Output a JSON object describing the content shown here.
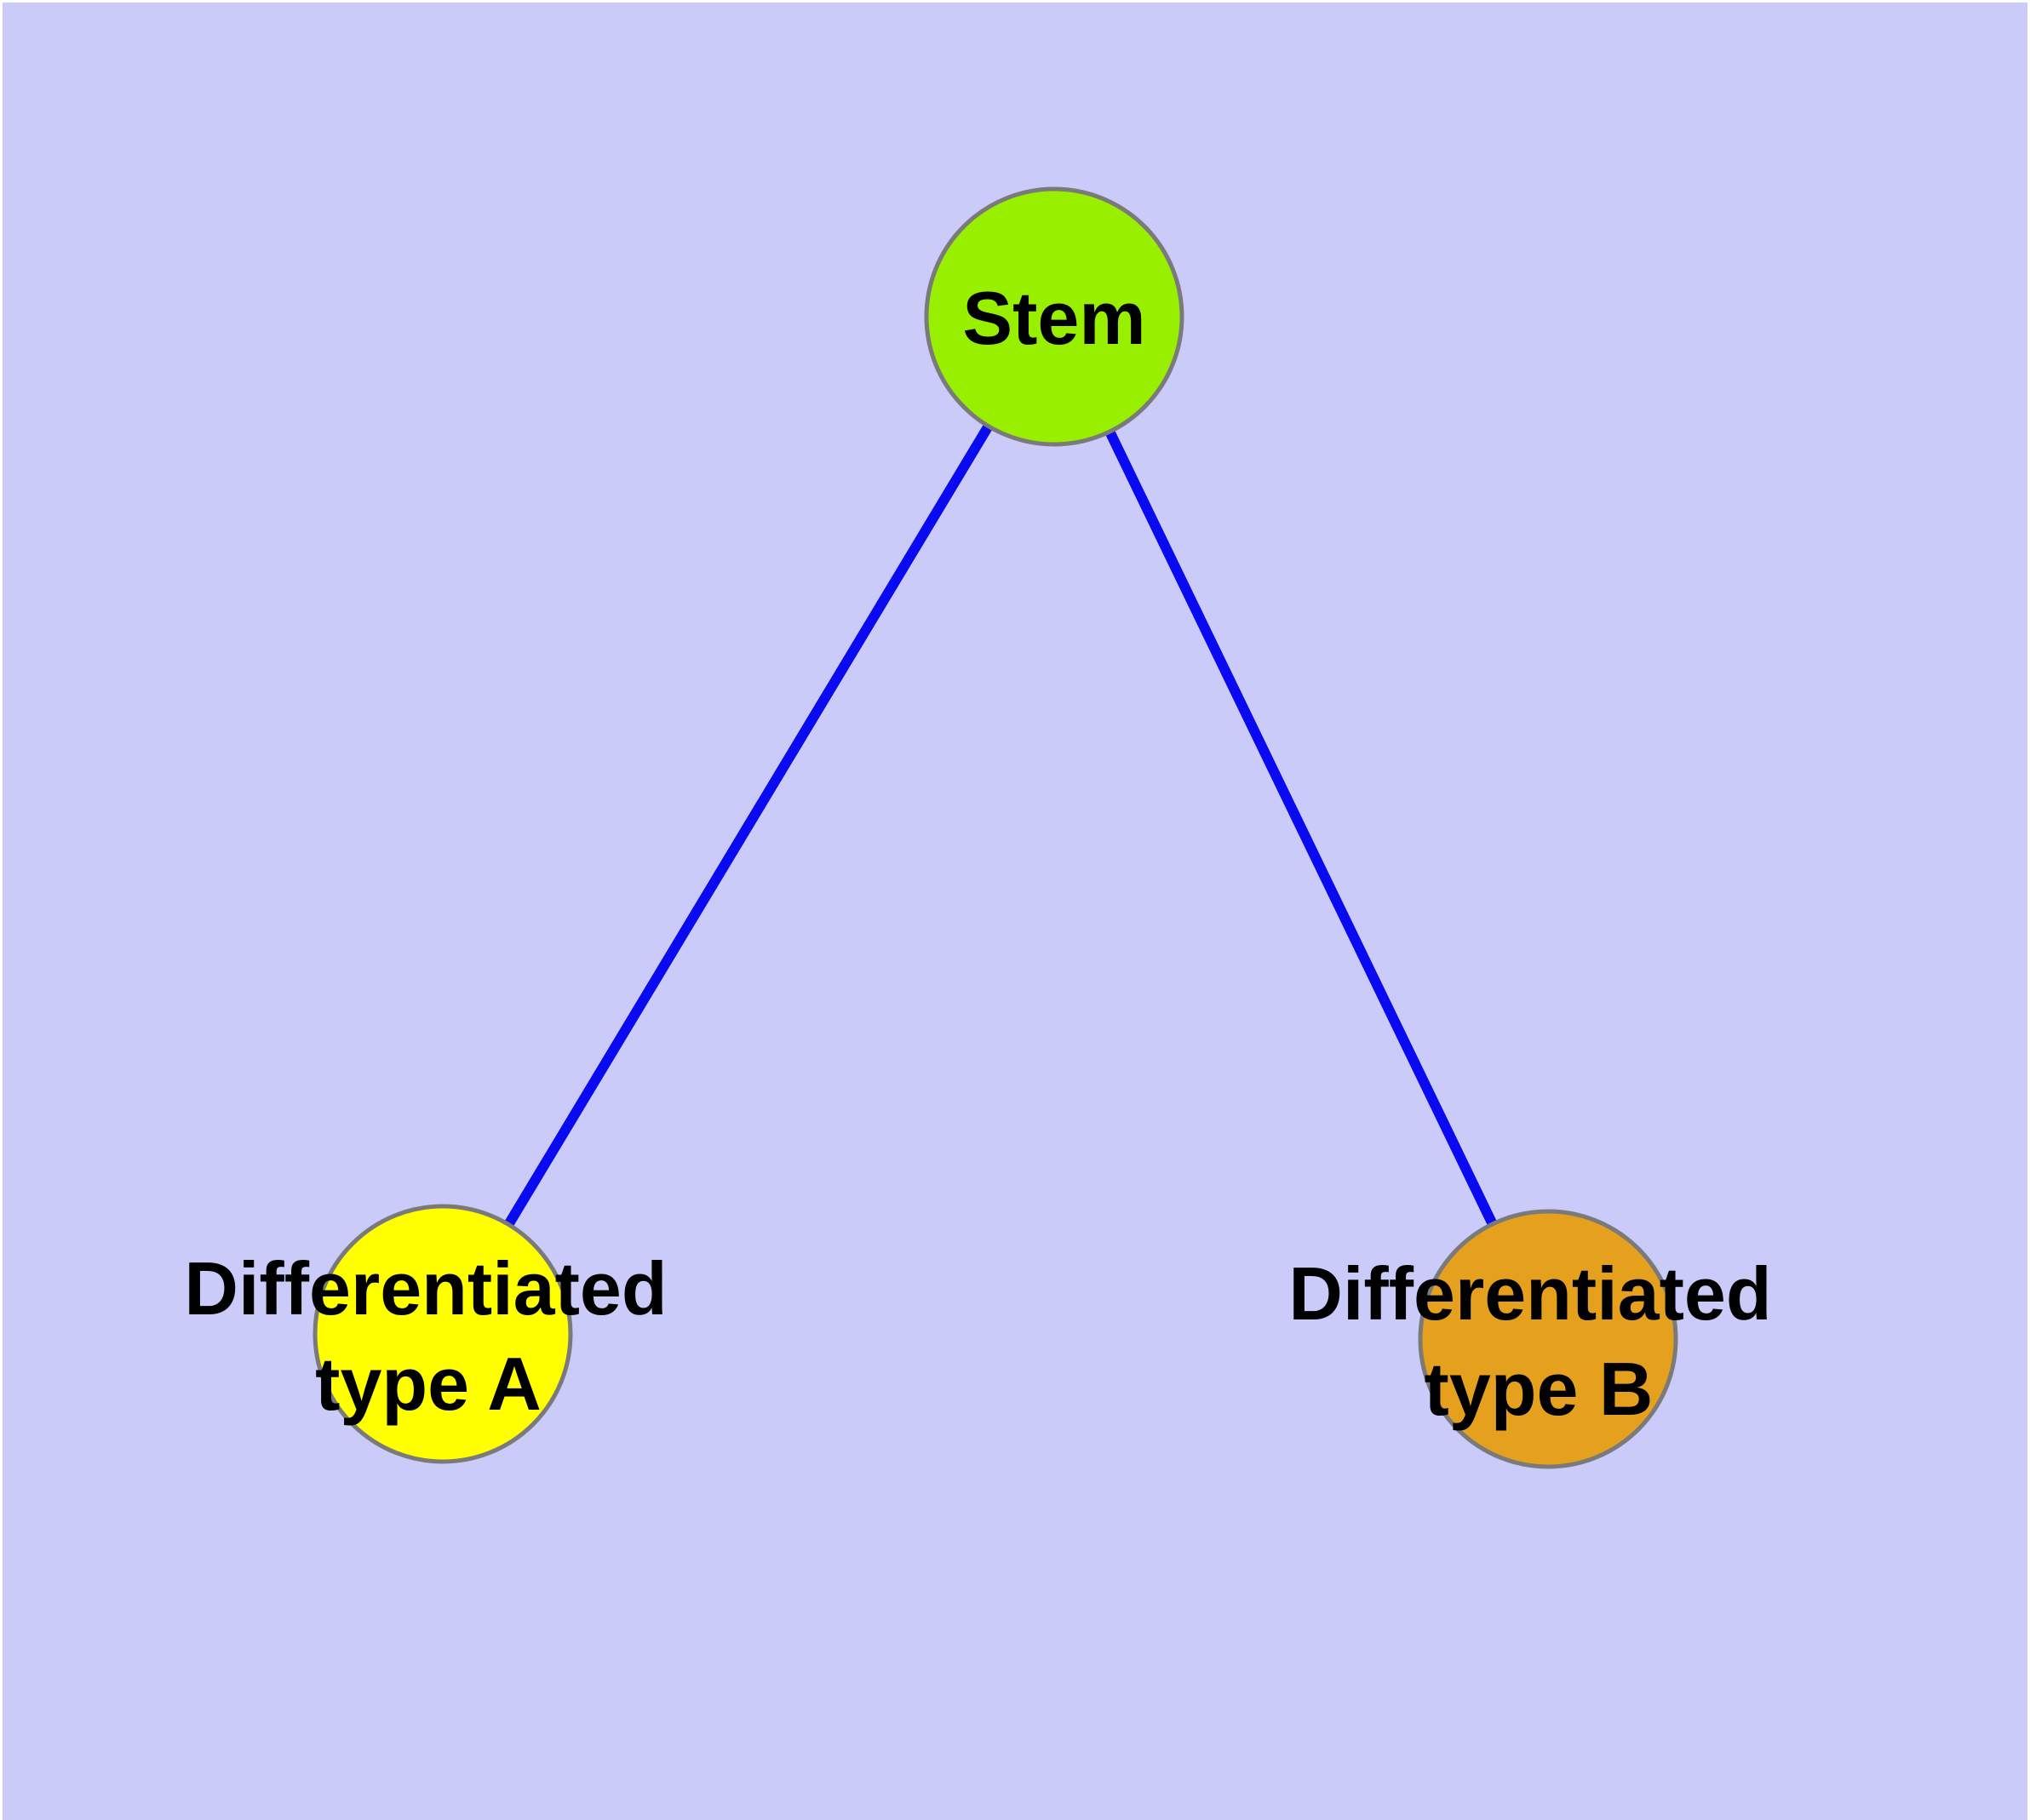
{
  "diagram": {
    "kind": "node-link diagram",
    "colors": {
      "background": "#CBCBFA",
      "page_margin": "#FFFFFF",
      "edge": "#0A0AF0",
      "node_border": "#7A7A7A",
      "label_text": "#000000"
    },
    "nodes": [
      {
        "id": "stem",
        "label": "Stem",
        "label_lines": [
          "Stem"
        ],
        "fill": "#98F000"
      },
      {
        "id": "differentiated-type-a",
        "label": "Differentiated type A",
        "label_lines": [
          "Differentiated",
          "type A"
        ],
        "fill": "#FFFF00"
      },
      {
        "id": "differentiated-type-b",
        "label": "Differentiated type B",
        "label_lines": [
          "Differentiated",
          "type B"
        ],
        "fill": "#E5A11E"
      }
    ],
    "edges": [
      {
        "from": "stem",
        "to": "differentiated-type-a"
      },
      {
        "from": "stem",
        "to": "differentiated-type-b"
      }
    ]
  }
}
